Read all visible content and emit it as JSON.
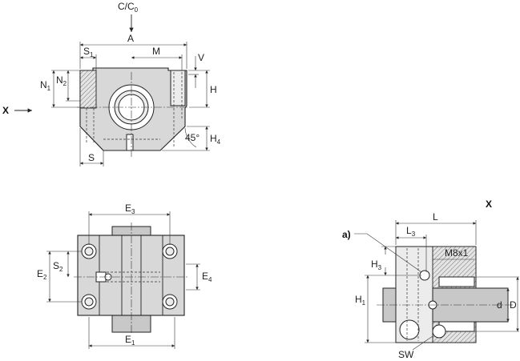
{
  "labels": {
    "load": "C/C",
    "load_sub": "0",
    "view_x_arrow": "X",
    "view_x_title": "X",
    "A": "A",
    "S1": "S",
    "S1_sub": "1",
    "M": "M",
    "V": "V",
    "N1": "N",
    "N1_sub": "1",
    "N2": "N",
    "N2_sub": "2",
    "H": "H",
    "angle": "45°",
    "H4": "H",
    "H4_sub": "4",
    "S": "S",
    "E3": "E",
    "E3_sub": "3",
    "S2": "S",
    "S2_sub": "2",
    "E2": "E",
    "E2_sub": "2",
    "E4": "E",
    "E4_sub": "4",
    "E1": "E",
    "E1_sub": "1",
    "L": "L",
    "L3": "L",
    "L3_sub": "3",
    "a": "a)",
    "M8x1": "M8x1",
    "H3": "H",
    "H3_sub": "3",
    "H1": "H",
    "H1_sub": "1",
    "d": "d",
    "D": "D",
    "SW": "SW"
  }
}
